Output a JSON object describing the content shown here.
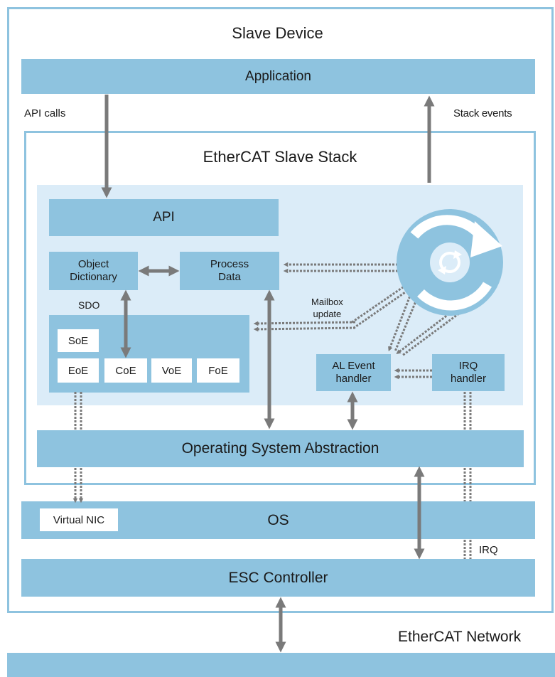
{
  "slave_device": {
    "title": "Slave Device"
  },
  "application": {
    "label": "Application"
  },
  "api_calls": "API calls",
  "stack_events": "Stack events",
  "stack": {
    "title": "EtherCAT Slave Stack",
    "api": "API",
    "object_dictionary": [
      "Object",
      "Dictionary"
    ],
    "process_data": [
      "Process",
      "Data"
    ],
    "sdo": "SDO",
    "mailbox_update": [
      "Mailbox",
      "update"
    ],
    "protocols": {
      "soe": "SoE",
      "eoe": "EoE",
      "coe": "CoE",
      "voe": "VoE",
      "foe": "FoE"
    },
    "al_event_handler": [
      "AL Event",
      "handler"
    ],
    "irq_handler": [
      "IRQ",
      "handler"
    ],
    "osal": "Operating System Abstraction"
  },
  "os": {
    "label": "OS",
    "virtual_nic": "Virtual NIC"
  },
  "irq": "IRQ",
  "esc": {
    "label": "ESC Controller"
  },
  "network": {
    "label": "EtherCAT Network"
  },
  "colors": {
    "block": "#8ec3df",
    "stack_area": "#dbecf8",
    "frame": "#8ec3df",
    "arrow": "#7a7a7a",
    "cycle_icon": "#8ec3df"
  },
  "icons": [
    "bidirectional-arrow",
    "dashed-arrow",
    "cycle-icon"
  ]
}
